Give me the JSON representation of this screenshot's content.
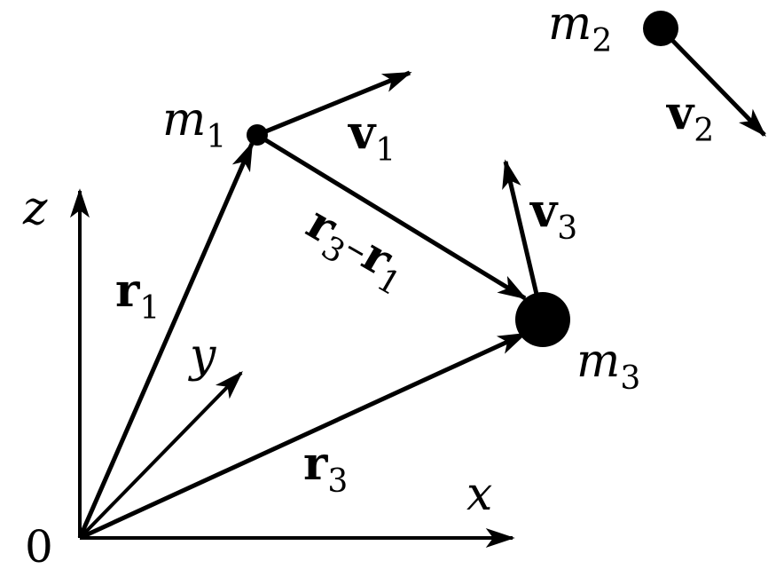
{
  "origin": "0",
  "axes": {
    "x": "x",
    "y": "y",
    "z": "z"
  },
  "masses": {
    "m1": {
      "symbol": "m",
      "sub": "1"
    },
    "m2": {
      "symbol": "m",
      "sub": "2"
    },
    "m3": {
      "symbol": "m",
      "sub": "3"
    }
  },
  "vectors": {
    "r1": {
      "symbol": "r",
      "sub": "1"
    },
    "r3": {
      "symbol": "r",
      "sub": "3"
    },
    "v1": {
      "symbol": "v",
      "sub": "1"
    },
    "v2": {
      "symbol": "v",
      "sub": "2"
    },
    "v3": {
      "symbol": "v",
      "sub": "3"
    },
    "r3_minus_r1": {
      "a": "r",
      "a_sub": "3",
      "op": "–",
      "b": "r",
      "b_sub": "1"
    }
  },
  "colors": {
    "ink": "#000000",
    "background": "#ffffff"
  }
}
